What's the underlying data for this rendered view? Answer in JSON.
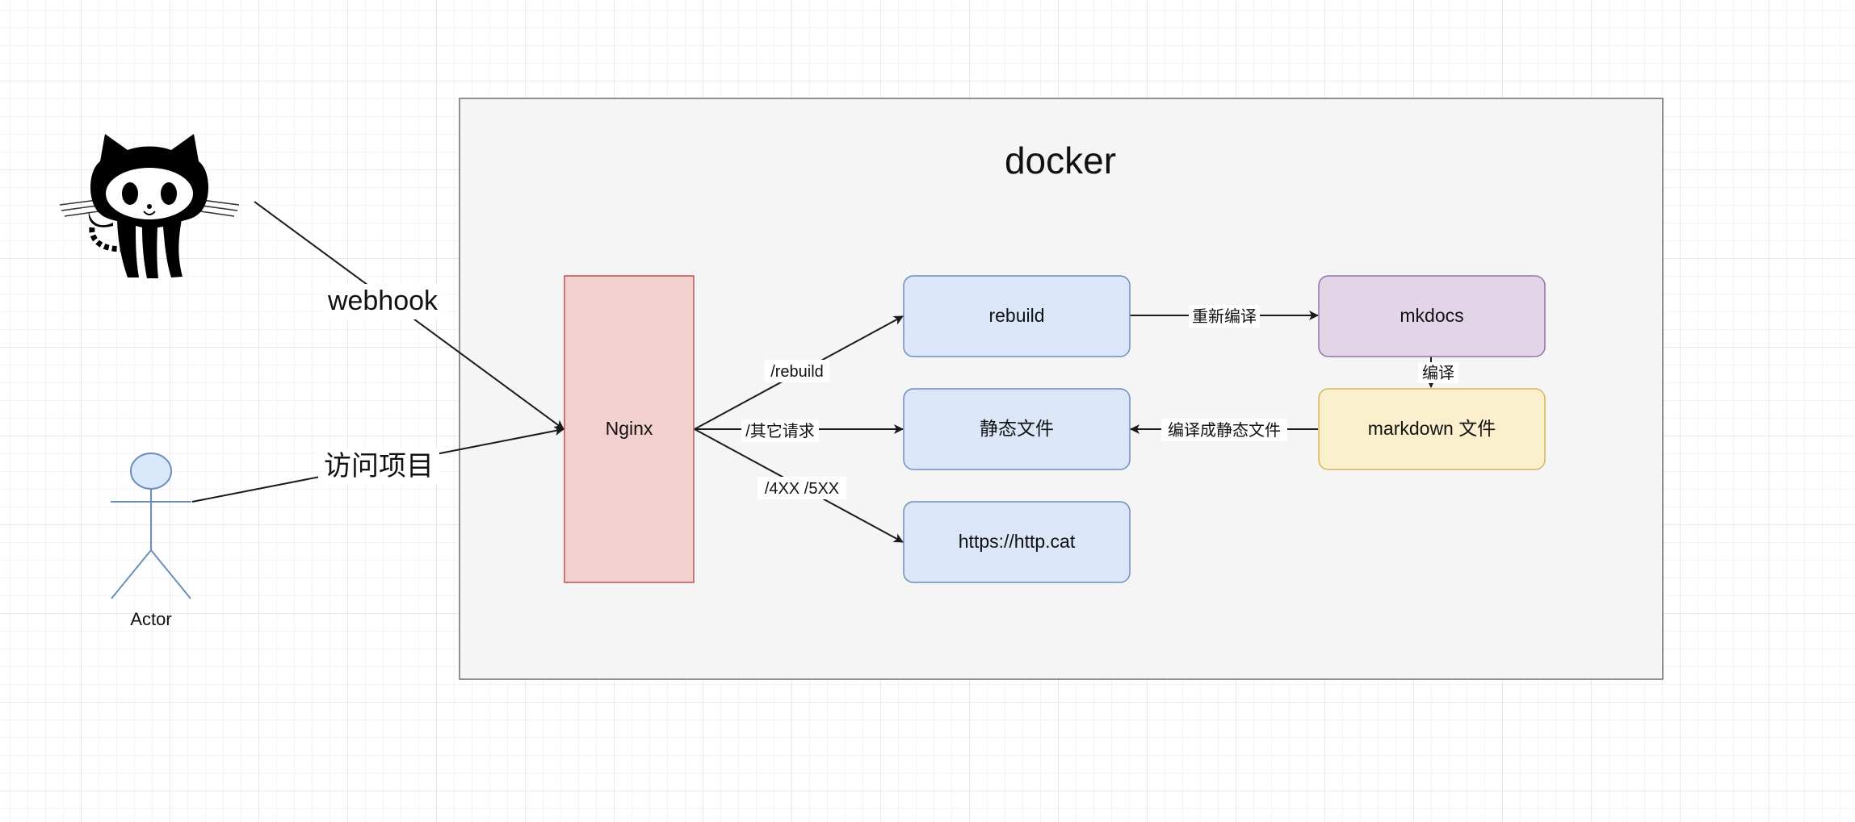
{
  "container": {
    "title": "docker"
  },
  "nodes": {
    "nginx": {
      "label": "Nginx",
      "fill": "#f3d1d0",
      "stroke": "#b85450"
    },
    "rebuild": {
      "label": "rebuild",
      "fill": "#dbe7f8",
      "stroke": "#6c8ebf"
    },
    "static": {
      "label": "静态文件",
      "fill": "#dbe7f8",
      "stroke": "#6c8ebf"
    },
    "httpcat": {
      "label": "https://http.cat",
      "fill": "#dbe7f8",
      "stroke": "#6c8ebf"
    },
    "mkdocs": {
      "label": "mkdocs",
      "fill": "#e1d5e7",
      "stroke": "#9673a6"
    },
    "markdown": {
      "label": "markdown 文件",
      "fill": "#fbf0cd",
      "stroke": "#d6b656"
    }
  },
  "actors": {
    "github": {
      "icon": "github-octocat-icon"
    },
    "user": {
      "label": "Actor",
      "icon": "stick-figure-icon"
    }
  },
  "edges": {
    "webhook": "webhook",
    "visit": "访问项目",
    "to_rebuild": "/rebuild",
    "to_static": "/其它请求",
    "to_httpcat": "/4XX /5XX",
    "rebuild_mkdocs": "重新编译",
    "mkdocs_markdown": "编译",
    "markdown_static": "编译成静态文件"
  }
}
